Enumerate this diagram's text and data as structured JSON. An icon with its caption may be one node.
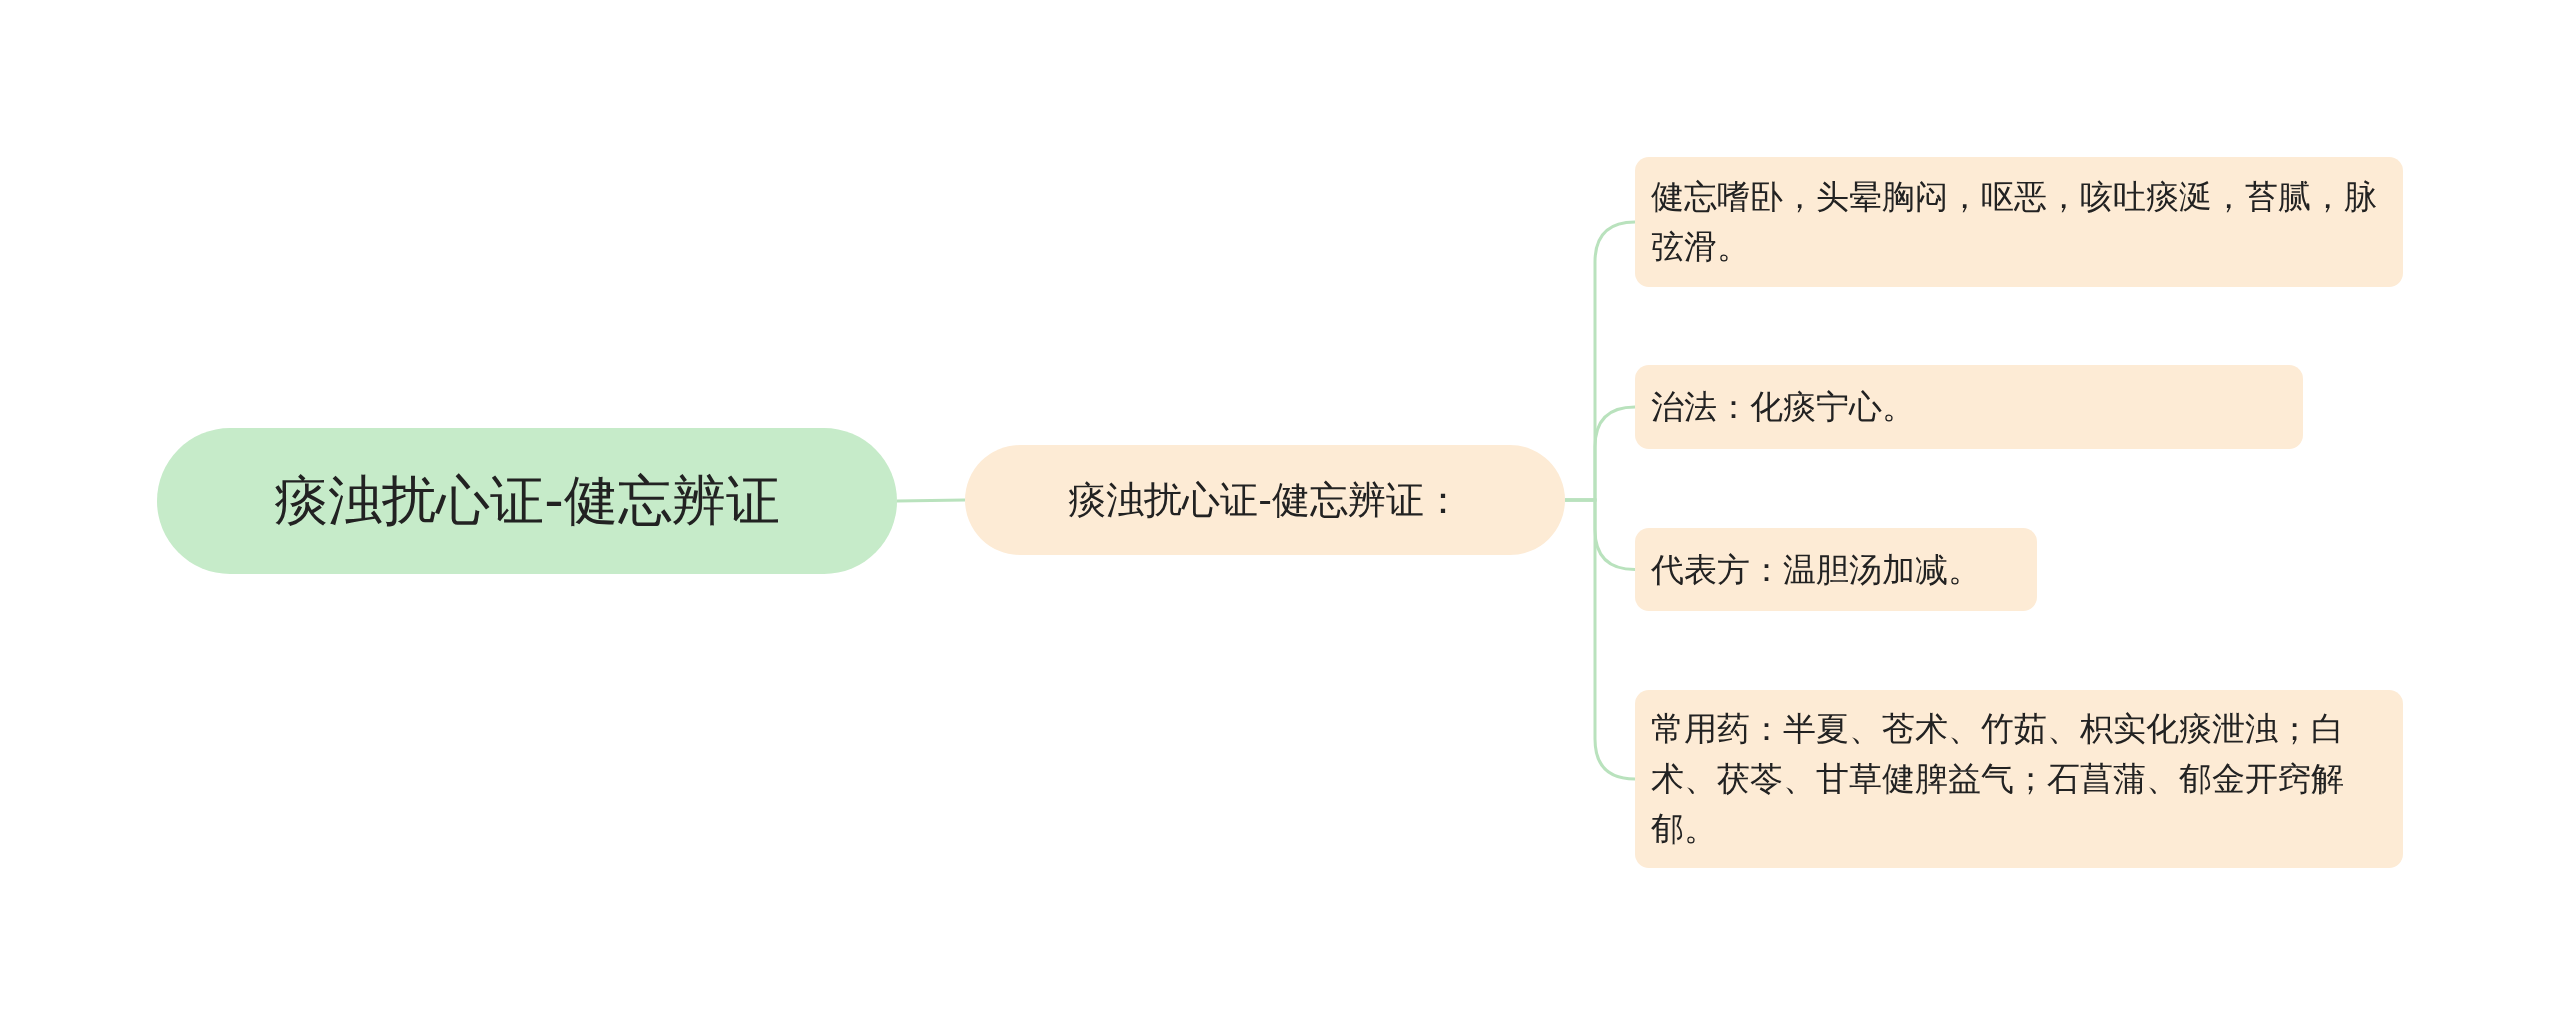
{
  "diagram": {
    "nodes": [
      {
        "text": [
          "痰浊扰心证-健忘辨证"
        ]
      },
      {
        "text": [
          "痰浊扰心证-健忘辨证："
        ]
      },
      {
        "text": [
          "健忘嗜卧，头晕胸闷，呕恶，咳吐痰涎，苔腻，脉弦滑。"
        ]
      },
      {
        "text": [
          "治法：化痰宁心。"
        ]
      },
      {
        "text": [
          "代表方：温胆汤加减。"
        ]
      },
      {
        "text": [
          "常用药：半夏、苍术、竹茹、枳实化痰泄浊；白术、茯苓、甘草健脾益气；石菖蒲、郁金开窍解郁。"
        ]
      }
    ],
    "edges": [
      {
        "from": 0,
        "to": 1,
        "arrow": "none"
      },
      {
        "from": 1,
        "to": 2,
        "arrow": "none"
      },
      {
        "from": 1,
        "to": 3,
        "arrow": "none"
      },
      {
        "from": 1,
        "to": 4,
        "arrow": "none"
      },
      {
        "from": 1,
        "to": 5,
        "arrow": "none"
      }
    ]
  }
}
